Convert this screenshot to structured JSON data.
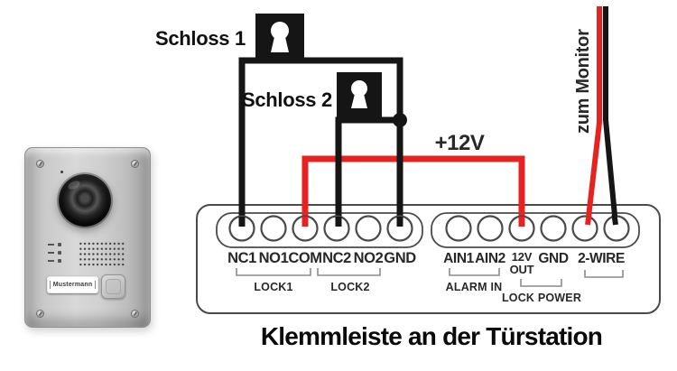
{
  "title": "Klemmleiste an der Türstation",
  "device": {
    "nameplate": "Mustermann"
  },
  "wiring": {
    "lock1_label": "Schloss 1",
    "lock2_label": "Schloss 2",
    "power_label": "+12V",
    "monitor_label": "zum Monitor"
  },
  "terminal_block": {
    "left_terminals": [
      "NC1",
      "NO1",
      "COM",
      "NC2",
      "NO2",
      "GND"
    ],
    "right_terminals": [
      "AIN1",
      "AIN2",
      "12V",
      "GND"
    ],
    "out_sub_label": "OUT",
    "two_wire_label": "2-WIRE",
    "group_labels": {
      "lock1": "LOCK1",
      "lock2": "LOCK2",
      "alarm_in": "ALARM IN",
      "lock_power": "LOCK POWER"
    }
  },
  "colors": {
    "wire_red": "#e52421",
    "wire_black": "#151515",
    "outline": "#4a4a4a",
    "bracket": "#8c8c8c"
  }
}
